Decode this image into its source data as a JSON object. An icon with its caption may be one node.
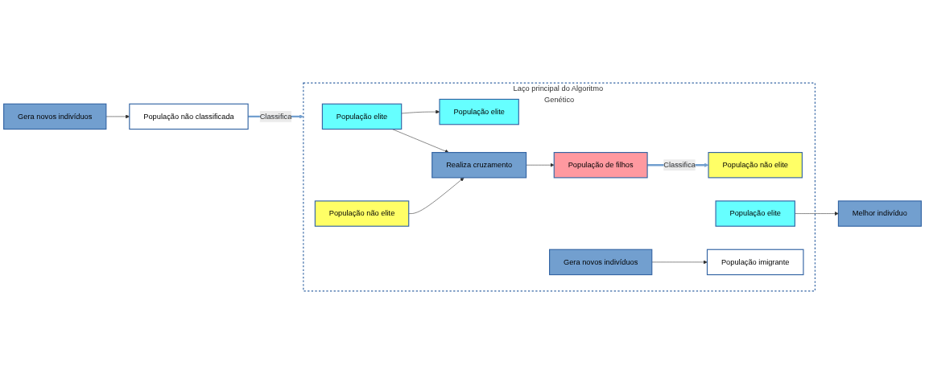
{
  "diagram": {
    "nodes": [
      {
        "text": [
          "Gera novos indivíduos"
        ]
      },
      {
        "text": [
          "População não classificada"
        ]
      },
      {
        "text": [
          "Laço principal do Algoritmo Genético"
        ]
      },
      {
        "text": [
          "População elite"
        ],
        "in": 2
      },
      {
        "text": [
          "População não elite"
        ],
        "in": 2
      },
      {
        "text": [
          "Realiza cruzamento"
        ],
        "in": 2
      },
      {
        "text": [
          "População elite"
        ],
        "in": 2
      },
      {
        "text": [
          "População de filhos"
        ],
        "in": 2
      },
      {
        "text": [
          "População imigrante"
        ],
        "in": 2
      },
      {
        "text": [
          "Gera novos indivíduos"
        ],
        "in": 2
      },
      {
        "text": [
          "População elite"
        ],
        "in": 2
      },
      {
        "text": [
          "População não elite"
        ],
        "in": 2
      },
      {
        "text": [
          "Melhor indivíduo"
        ]
      }
    ],
    "edges": [
      {
        "from": 0,
        "to": 1,
        "arrow": "to"
      },
      {
        "from": 1,
        "to": 2,
        "arrow": "to",
        "label": "Classifica",
        "style": "thick",
        "color": "#729fcf"
      },
      {
        "from": 3,
        "to": 6,
        "arrow": "to"
      },
      {
        "from": 3,
        "to": 5,
        "arrow": "to"
      },
      {
        "from": 4,
        "to": 5,
        "arrow": "to"
      },
      {
        "from": 5,
        "to": 7,
        "arrow": "to"
      },
      {
        "from": 9,
        "to": 8,
        "arrow": "to"
      },
      {
        "from": 7,
        "to": 11,
        "arrow": "to",
        "label": "Classifica",
        "style": "thick",
        "color": "#729fcf"
      },
      {
        "from": 10,
        "to": 12,
        "arrow": "to"
      }
    ]
  }
}
